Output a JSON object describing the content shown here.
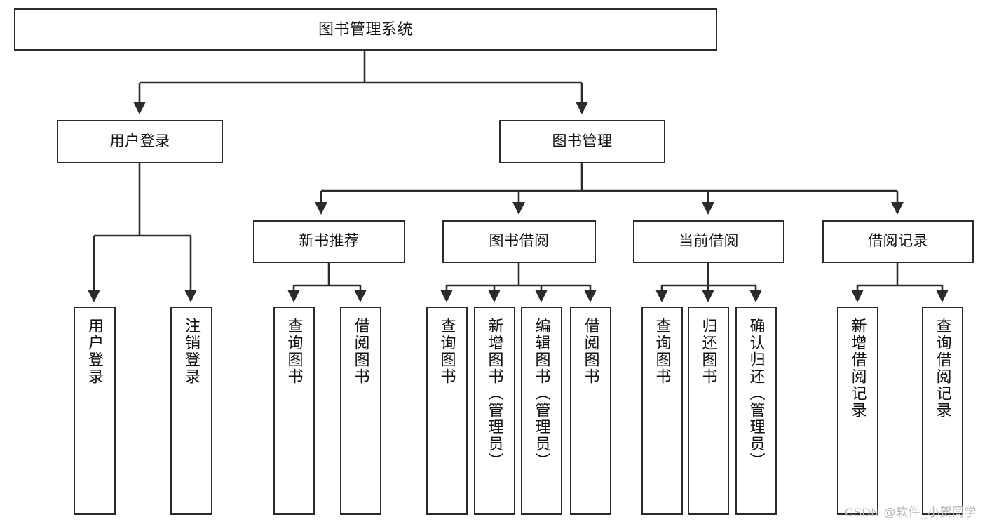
{
  "diagram": {
    "title_node": {
      "label": "图书管理系统"
    },
    "level2": [
      {
        "id": "user-login",
        "label": "用户登录"
      },
      {
        "id": "book-management",
        "label": "图书管理"
      }
    ],
    "level3": [
      {
        "id": "new-book-recommend",
        "label": "新书推荐"
      },
      {
        "id": "book-borrow",
        "label": "图书借阅"
      },
      {
        "id": "current-borrow",
        "label": "当前借阅"
      },
      {
        "id": "borrow-record",
        "label": "借阅记录"
      }
    ],
    "leaves": {
      "user_login": [
        {
          "id": "leaf-user-login",
          "label": "用户登录"
        },
        {
          "id": "leaf-logout-login",
          "label": "注销登录"
        }
      ],
      "new_book_recommend": [
        {
          "id": "leaf-query-book-1",
          "label": "查询图书"
        },
        {
          "id": "leaf-borrow-book-1",
          "label": "借阅图书"
        }
      ],
      "book_borrow": [
        {
          "id": "leaf-query-book-2",
          "label": "查询图书"
        },
        {
          "id": "leaf-add-book",
          "label": "新增图书（管理员）"
        },
        {
          "id": "leaf-edit-book",
          "label": "编辑图书（管理员）"
        },
        {
          "id": "leaf-borrow-book-2",
          "label": "借阅图书"
        }
      ],
      "current_borrow": [
        {
          "id": "leaf-query-book-3",
          "label": "查询图书"
        },
        {
          "id": "leaf-return-book",
          "label": "归还图书"
        },
        {
          "id": "leaf-confirm-return",
          "label": "确认归还（管理员）"
        }
      ],
      "borrow_record": [
        {
          "id": "leaf-add-record",
          "label": "新增借阅记录"
        },
        {
          "id": "leaf-query-record",
          "label": "查询借阅记录"
        }
      ]
    },
    "watermark": "CSDN @软件_小贺同学",
    "colors": {
      "stroke": "#2b2b2b",
      "background": "#ffffff",
      "text": "#111111",
      "watermark": "#b9b9b9"
    }
  }
}
